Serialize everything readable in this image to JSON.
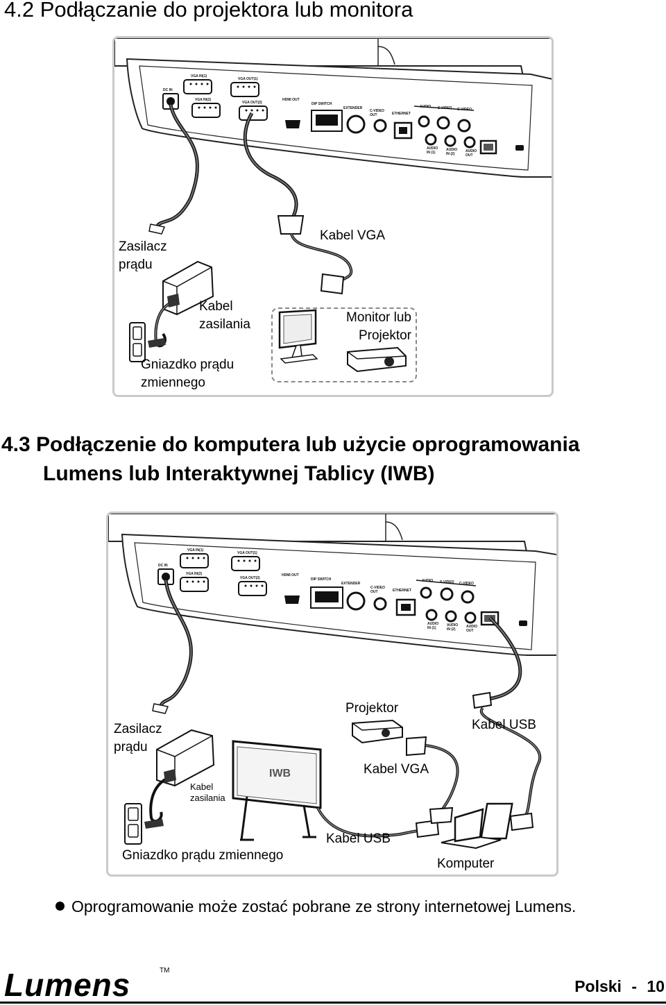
{
  "section_42": {
    "title": "4.2 Podłączanie do projektora lub monitora"
  },
  "section_43": {
    "title_line1": "4.3 Podłączenie do komputera lub użycie oprogramowania",
    "title_line2": "Lumens lub Interaktywnej Tablicy (IWB)"
  },
  "ports": {
    "dc_in": "DC IN",
    "vga_in1": "VGA IN(1)",
    "vga_in2": "VGA IN(2)",
    "vga_out1": "VGA OUT(1)",
    "vga_out2": "VGA OUT(2)",
    "hdmi_out": "HDMI OUT",
    "dip_switch": "DIP SWITCH",
    "extender": "EXTENDER",
    "cvideo_out": "C-VIDEO OUT",
    "ethernet": "ETHERNET",
    "audio": "AUDIO",
    "svideo": "S-VIDEO",
    "cvideo": "C-VIDEO",
    "in": "IN",
    "audio_in1": "AUDIO IN (1)",
    "audio_in2": "AUDIO IN (2)",
    "audio_out": "AUDIO OUT"
  },
  "diagram1": {
    "power_adapter": "Zasilacz prądu",
    "power_cable": "Kabel zasilania",
    "outlet": "Gniazdko prądu zmiennego",
    "vga_cable": "Kabel VGA",
    "monitor": "Monitor lub Projektor"
  },
  "diagram2": {
    "power_adapter": "Zasilacz prądu",
    "power_cable": "Kabel zasilania",
    "outlet": "Gniazdko prądu zmiennego",
    "iwb": "IWB",
    "projector": "Projektor",
    "vga_cable": "Kabel VGA",
    "usb_cable_top": "Kabel USB",
    "usb_cable_bottom": "Kabel USB",
    "computer": "Komputer"
  },
  "note": "Oprogramowanie może zostać pobrane ze strony internetowej Lumens.",
  "footer": {
    "logo": "Lumens",
    "tm": "TM",
    "language": "Polski",
    "separator": "-",
    "page": "10"
  }
}
